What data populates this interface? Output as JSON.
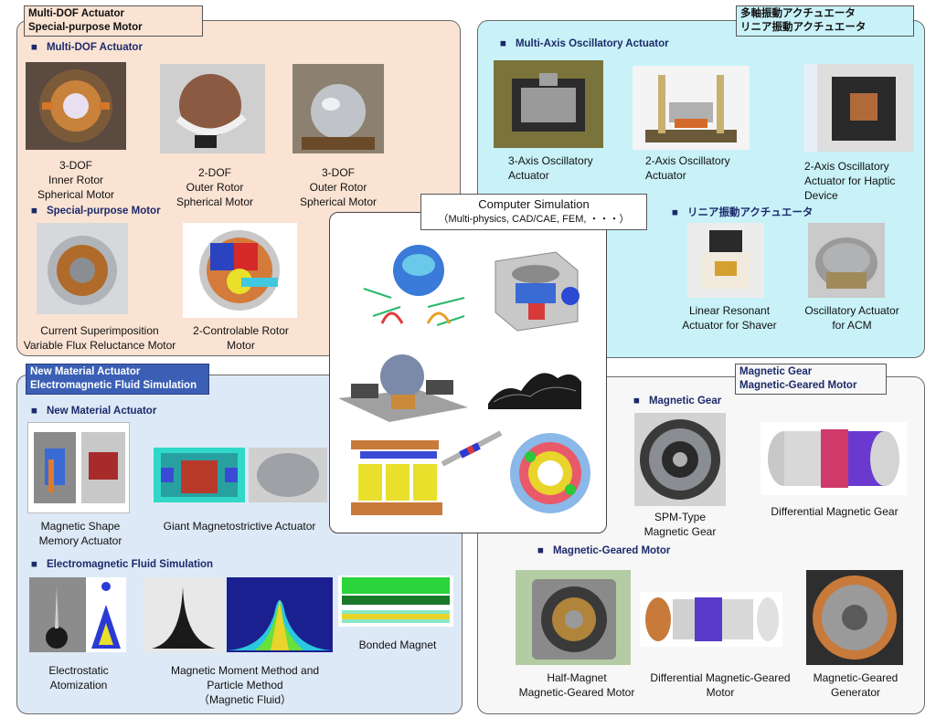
{
  "panels": {
    "top_left": {
      "tag_line1": "Multi-DOF Actuator",
      "tag_line2": "Special-purpose Motor",
      "section_multi_dof": "Multi-DOF Actuator",
      "section_special": "Special-purpose Motor",
      "cap_inner_rotor": "3-DOF\nInner Rotor\nSpherical Motor",
      "cap_outer2": "2-DOF\nOuter Rotor\nSpherical Motor",
      "cap_outer3": "3-DOF\nOuter Rotor\nSpherical Motor",
      "cap_current": "Current Superimposition\nVariable Flux Reluctance Motor",
      "cap_2ctrl": "2-Controlable Rotor\nMotor"
    },
    "top_right": {
      "tag_line1": "多軸振動アクチュエータ",
      "tag_line2": "リニア振動アクチュエータ",
      "section_multi_axis": "Multi-Axis Oscillatory Actuator",
      "section_linear": "リニア振動アクチュエータ",
      "cap_3axis": "3-Axis Oscillatory\nActuator",
      "cap_2axis": "2-Axis Oscillatory\nActuator",
      "cap_haptic": "2-Axis Oscillatory\nActuator for Haptic\nDevice",
      "cap_shaver": "Linear Resonant\nActuator for Shaver",
      "cap_acm": "Oscillatory Actuator\nfor ACM"
    },
    "bottom_left": {
      "tag_line1": "New Material Actuator",
      "tag_line2": "Electromagnetic Fluid Simulation",
      "section_new_material": "New Material Actuator",
      "section_fluid": "Electromagnetic Fluid Simulation",
      "cap_msma": "Magnetic Shape\nMemory Actuator",
      "cap_giant": "Giant Magnetostrictive Actuator",
      "cap_electro": "Electrostatic\nAtomization",
      "cap_moment": "Magnetic Moment Method and\nParticle Method\n（Magnetic Fluid）",
      "cap_bonded": "Bonded Magnet"
    },
    "bottom_right": {
      "tag_line1": "Magnetic Gear",
      "tag_line2": "Magnetic-Geared Motor",
      "section_gear": "Magnetic Gear",
      "section_geared_motor": "Magnetic-Geared Motor",
      "cap_spm": "SPM-Type\nMagnetic Gear",
      "cap_diff_gear": "Differential Magnetic Gear",
      "cap_half": "Half-Magnet\nMagnetic-Geared Motor",
      "cap_diff_motor": "Differential Magnetic-Geared\nMotor",
      "cap_generator": "Magnetic-Geared\nGenerator"
    },
    "center": {
      "title": "Computer Simulation",
      "subtitle": "（Multi-physics, CAD/CAE, FEM, ・・・）"
    }
  },
  "colors": {
    "top_left_bg": "#fbe3d3",
    "top_right_bg": "#c8f2f8",
    "bottom_left_bg": "#dde9f6",
    "bottom_right_bg": "#f7f7f7",
    "tag_blue": "#3a5fb5",
    "heading_navy": "#1c2a6b"
  }
}
